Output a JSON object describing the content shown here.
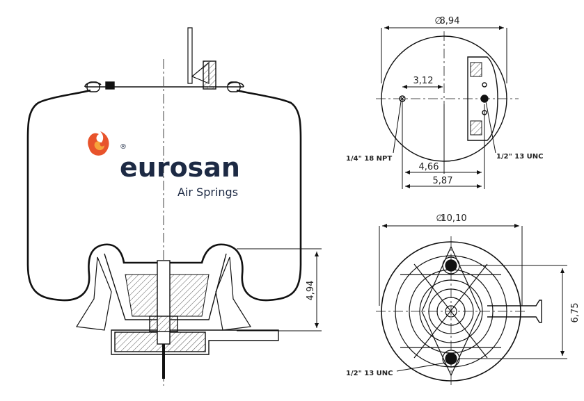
{
  "brand": {
    "name": "eurosan",
    "tagline": "Air Springs",
    "registered_mark": "®",
    "colors": {
      "text": "#1d2a44",
      "logo_primary": "#e8532b",
      "logo_secondary": "#f6a23a"
    }
  },
  "side_view": {
    "height_dim": "4,94"
  },
  "top_view": {
    "diameter": "8,94",
    "offset_a": "3,12",
    "offset_b": "4,66",
    "offset_c": "5,87",
    "port_left": "1/4\" 18 NPT",
    "port_right": "1/2\" 13 UNC",
    "diameter_symbol": "∅"
  },
  "bottom_view": {
    "diameter": "10,10",
    "bolt_spacing": "6,75",
    "bolt_label": "1/2\" 13 UNC",
    "diameter_symbol": "∅"
  },
  "colors": {
    "line": "#111111",
    "hatch": "#555555"
  }
}
